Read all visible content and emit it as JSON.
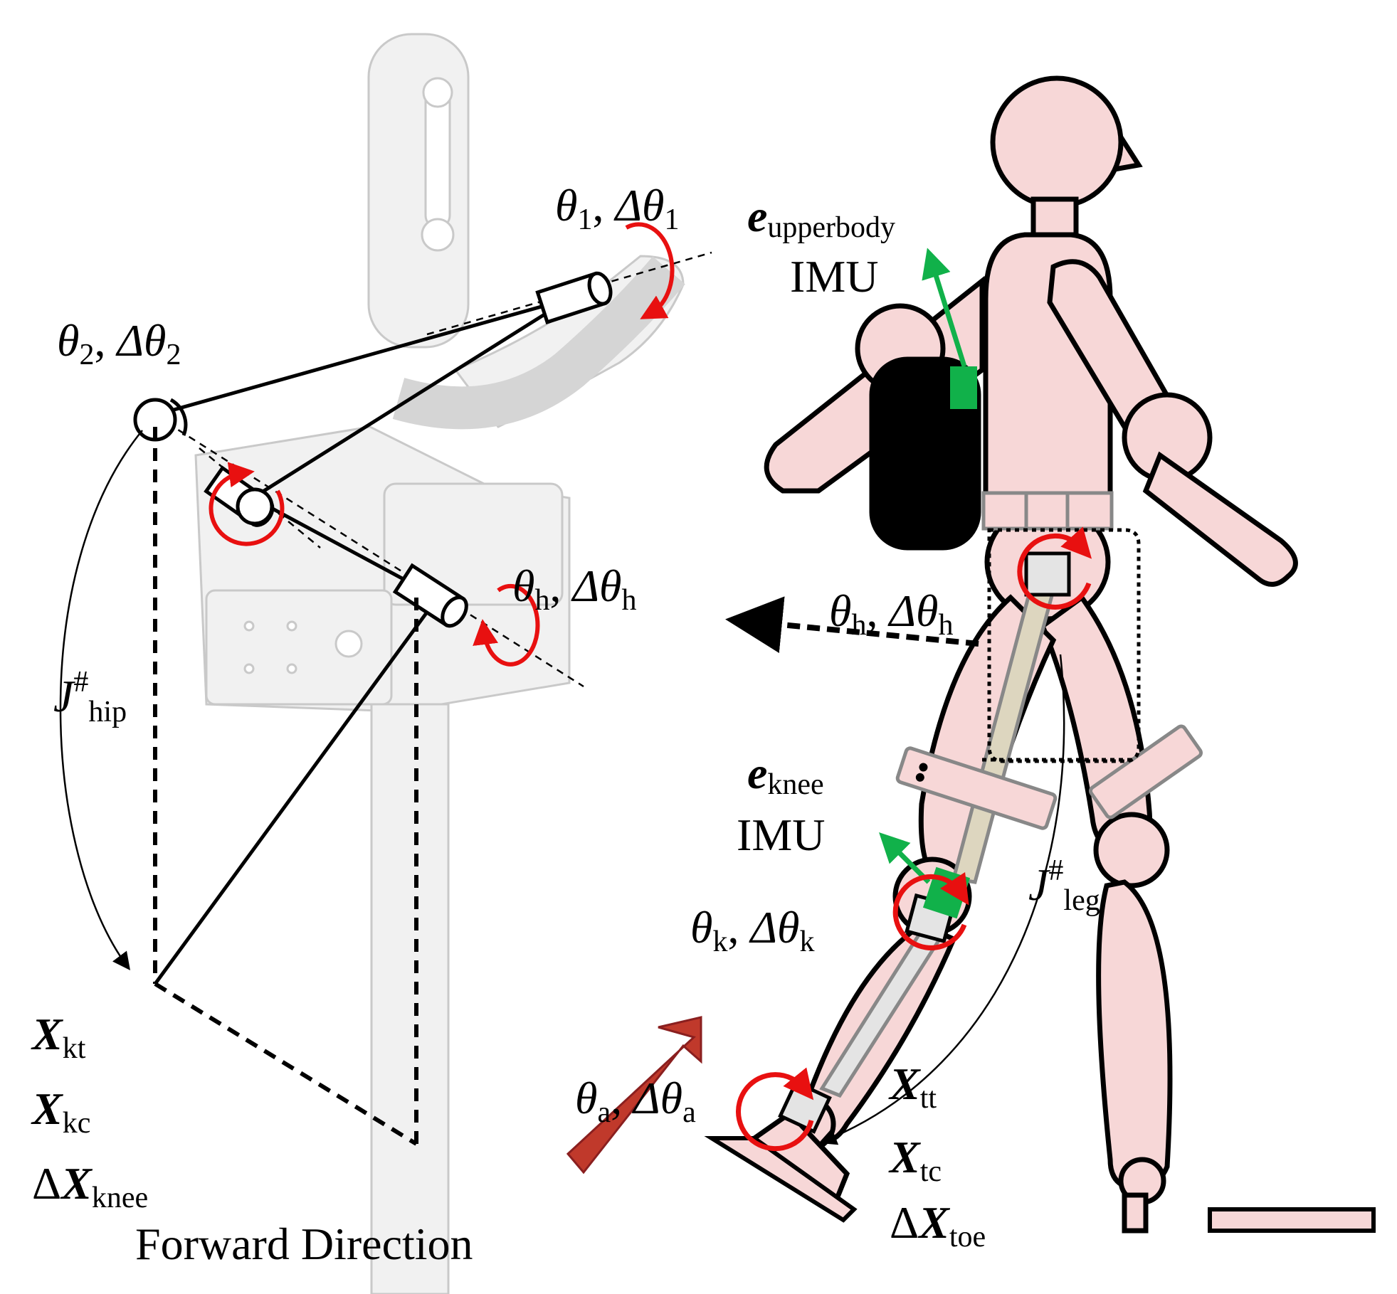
{
  "labels": {
    "theta1": {
      "sym": "θ",
      "sub": "1",
      "delta": "Δθ",
      "dsub": "1"
    },
    "theta2": {
      "sym": "θ",
      "sub": "2",
      "delta": "Δθ",
      "dsub": "2"
    },
    "thetah_left": {
      "sym": "θ",
      "sub": "h",
      "delta": "Δθ",
      "dsub": "h"
    },
    "thetah_right": {
      "sym": "θ",
      "sub": "h",
      "delta": "Δθ",
      "dsub": "h"
    },
    "thetak": {
      "sym": "θ",
      "sub": "k",
      "delta": "Δθ",
      "dsub": "k"
    },
    "thetaa": {
      "sym": "θ",
      "sub": "a",
      "delta": "Δθ",
      "dsub": "a"
    },
    "jhip": {
      "sym": "J",
      "sup": "#",
      "sub": "hip"
    },
    "jleg": {
      "sym": "J",
      "sup": "#",
      "sub": "leg"
    },
    "e_upperbody": {
      "sym": "e",
      "sub": "upperbody"
    },
    "imu_upper": "IMU",
    "e_knee": {
      "sym": "e",
      "sub": "knee"
    },
    "imu_knee": "IMU",
    "xkt": {
      "sym": "X",
      "sub": "kt"
    },
    "xkc": {
      "sym": "X",
      "sub": "kc"
    },
    "dxknee": {
      "delta": "Δ",
      "sym": "X",
      "sub": "knee"
    },
    "xtt": {
      "sym": "X",
      "sub": "tt"
    },
    "xtc": {
      "sym": "X",
      "sub": "tc"
    },
    "dxtoe": {
      "delta": "Δ",
      "sym": "X",
      "sub": "toe"
    },
    "forward": "Forward Direction"
  },
  "colors": {
    "skin": "#f7d7d7",
    "outline": "#000000",
    "rotation": "#e81010",
    "imu": "#11b14a",
    "arrow_forward": "#c0392b",
    "frame": "#888888",
    "strut": "#ddd6bf",
    "device_light": "#e9e9e9"
  }
}
